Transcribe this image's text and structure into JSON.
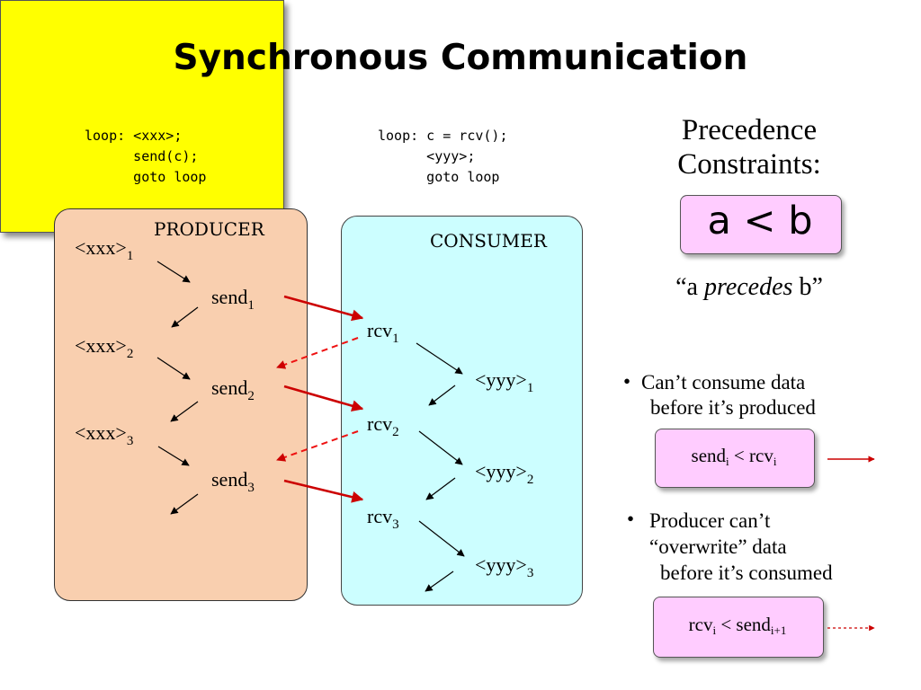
{
  "title": "Synchronous Communication",
  "producer_code": {
    "line1": "loop: <xxx>;",
    "line2": "      send(c);",
    "line3": "      goto loop"
  },
  "consumer_code": {
    "line1": "loop: c = rcv();",
    "line2": "      <yyy>;",
    "line3": "      goto loop"
  },
  "producer": {
    "label": "PRODUCER",
    "xxx": "<xxx>",
    "send": "send",
    "i1": "1",
    "i2": "2",
    "i3": "3"
  },
  "consumer": {
    "label": "CONSUMER",
    "rcv": "rcv",
    "yyy": "<yyy>",
    "i1": "1",
    "i2": "2",
    "i3": "3"
  },
  "precedence": {
    "heading_line1": "Precedence",
    "heading_line2": "Constraints:",
    "relation": "a < b",
    "quote_open": "“a ",
    "quote_italic": "precedes",
    "quote_close": " b”"
  },
  "bullets": {
    "marker": "•",
    "b1_line1": "Can’t consume data",
    "b1_line2": "before it’s produced",
    "b2_line1": "Producer can’t",
    "b2_line2": "“overwrite” data",
    "b2_line3": "before it’s consumed"
  },
  "rules": {
    "r1_left": "send",
    "r1_left_sub": "i",
    "r1_op": "<",
    "r1_right": "rcv",
    "r1_right_sub": "i",
    "r2_left": "rcv",
    "r2_left_sub": "i",
    "r2_op": "<",
    "r2_right": "send",
    "r2_right_sub": "i+1"
  },
  "colors": {
    "producer_fill": "#f9cfaf",
    "consumer_fill": "#ccfeff",
    "precedence_fill": "#ffff00",
    "constraint_fill": "#ffccff",
    "arrow_red": "#cc0000",
    "arrow_black": "#000000"
  }
}
